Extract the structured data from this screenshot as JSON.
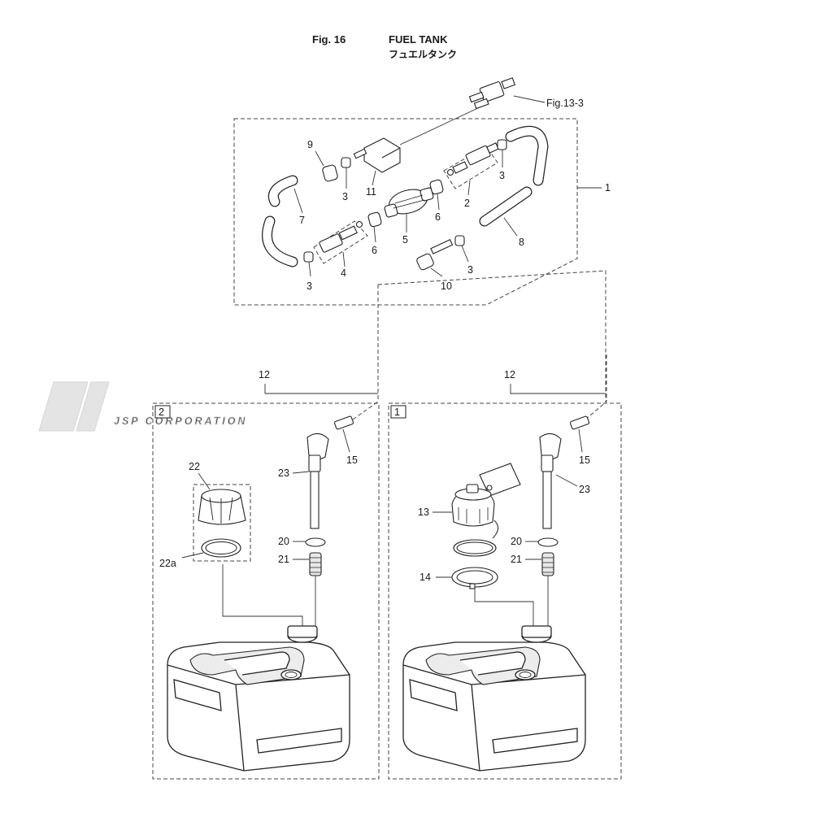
{
  "header": {
    "fig_label": "Fig. 16",
    "title_en": "FUEL TANK",
    "title_jp": "フュエルタンク"
  },
  "watermark": "JSP CORPORATION",
  "reference": "Fig.13-3",
  "callouts": {
    "c1": "1",
    "c2": "2",
    "c3a": "3",
    "c3b": "3",
    "c3c": "3",
    "c3d": "3",
    "c4": "4",
    "c5": "5",
    "c6a": "6",
    "c6b": "6",
    "c7": "7",
    "c8": "8",
    "c9": "9",
    "c10": "10",
    "c11": "11",
    "c12a": "12",
    "c12b": "12",
    "l13": "13",
    "l14": "14",
    "l15a": "15",
    "l15b": "15",
    "l20a": "20",
    "l20b": "20",
    "l21a": "21",
    "l21b": "21",
    "l22": "22",
    "l22a": "22a",
    "l23a": "23",
    "l23b": "23"
  },
  "variants": {
    "left_box_label": "2",
    "right_box_label": "1"
  }
}
